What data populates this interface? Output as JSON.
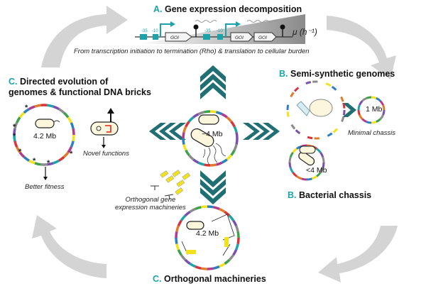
{
  "sections": {
    "top": {
      "letter": "A.",
      "title": "Gene expression decomposition",
      "subtitle": "From transcription initiation to termination (Rho) & translation to cellular burden",
      "axis_label": "μ (h⁻¹)",
      "gene_label": "GOI",
      "promoter_m35": "-35",
      "promoter_m10": "-10"
    },
    "right_top": {
      "letter": "B.",
      "title": "Semi-synthetic genomes",
      "size": "1 Mb",
      "caption": "Minimal chassis"
    },
    "right_bottom": {
      "letter": "B.",
      "title": "Bacterial chassis",
      "size": "<4 Mb"
    },
    "bottom": {
      "letter": "C.",
      "title": "Orthogonal machineries",
      "size": "4.2 Mb",
      "caption_line1": "Orthogonal gene",
      "caption_line2": "expression machineries"
    },
    "left": {
      "letter": "C.",
      "title_line1": "Directed evolution of",
      "title_line2": "genomes & functional DNA bricks",
      "size": "4.2 Mb",
      "fitness": "Better fitness",
      "novel": "Novel functions"
    },
    "center": {
      "size": "~4 Mb"
    }
  },
  "colors": {
    "accent": "#1aa3a8",
    "arrow": "#1f6f73",
    "cycle": "#d4d4d4"
  }
}
